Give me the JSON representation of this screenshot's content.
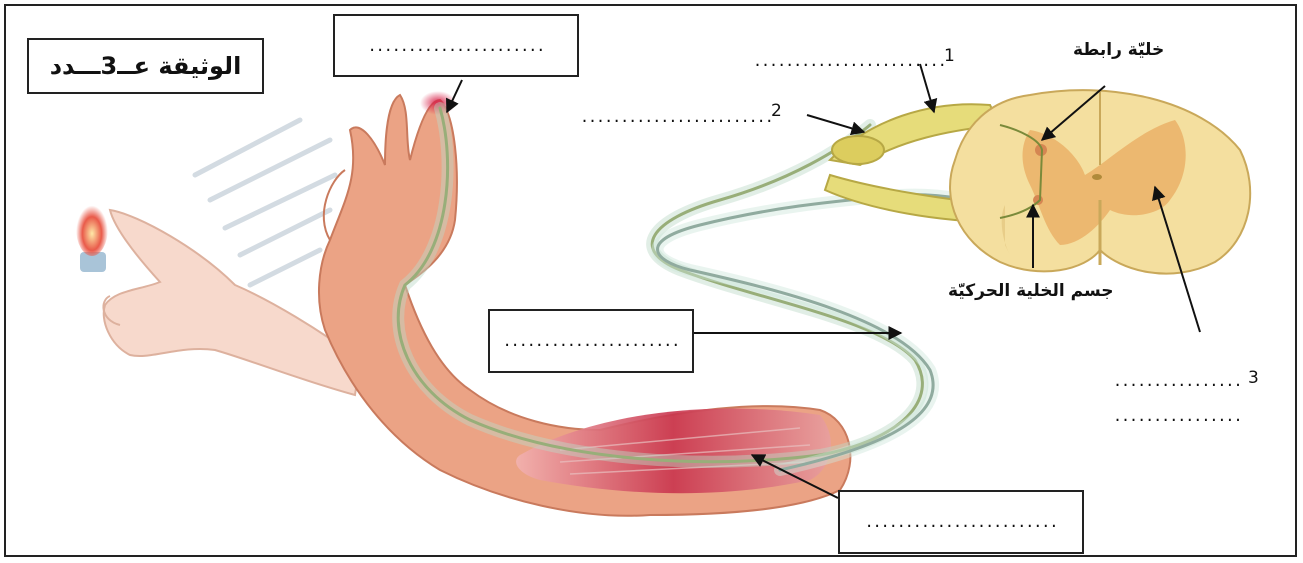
{
  "document": {
    "title": "الوثيقة عــ3ـــدد",
    "label_interneuron": "خليّة رابطة",
    "label_motor_cell_body": "جسم الخلية الحركيّة",
    "blank": "......................",
    "blank_long": "........................",
    "blank_short": "................",
    "number_1": "1",
    "number_2": "2",
    "number_3": "3"
  }
}
